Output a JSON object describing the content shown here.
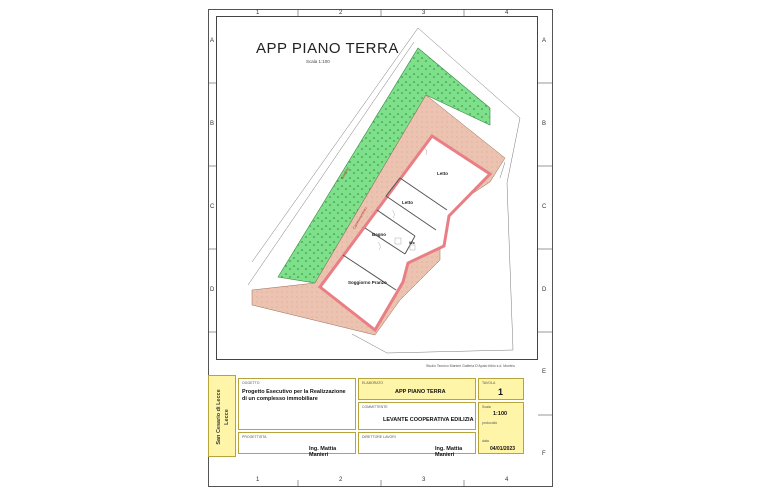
{
  "drawing": {
    "title": "APP PIANO TERRA",
    "scale": "Scala 1:100",
    "credit": "Studio Tecnico Manieri   Galleria D'Apalo bibio s.d.   Monteu"
  },
  "grid": {
    "columns": [
      "1",
      "2",
      "3",
      "4"
    ],
    "rows_left": [
      "A",
      "B",
      "C",
      "D"
    ],
    "rows_right": [
      "A",
      "B",
      "C",
      "D",
      "E",
      "F"
    ]
  },
  "rooms": {
    "letto1": "Letto",
    "letto2": "Letto",
    "bagno": "Bagno",
    "wc": "Wc",
    "soggiorno": "Soggiorno Pranzo",
    "giardino": "Giardino",
    "marciapiede": "Camminamento"
  },
  "title_block": {
    "location_line1": "San Cesario di Lecce",
    "location_line2": "Lecce",
    "oggetto_caption": "OGGETTO",
    "oggetto_value": "Progetto Esecutivo per la Realizzazione di un complesso immobiliare",
    "progettista_caption": "PROGETTISTA",
    "progettista_value": "Ing. Mattia Manieri",
    "elaborato_caption": "ELABORATO",
    "elaborato_value": "APP PIANO TERRA",
    "committente_caption": "COMMITTENTE",
    "committente_value": "LEVANTE COOPERATIVA EDILIZIA",
    "direttore_caption": "DIRETTORE LAVORI",
    "direttore_value": "Ing. Mattia Manieri",
    "tavola_caption": "TAVOLA",
    "tavola_value": "1",
    "scala_caption": "Scala",
    "scala_value": "1:100",
    "protocollo_caption": "protocollo",
    "data_caption": "data",
    "data_value": "04/01/2023"
  },
  "colors": {
    "garden": "#7ee08a",
    "paving": "#ebc3b0",
    "wall": "#e97f85",
    "titleblock": "#fff5a8"
  }
}
